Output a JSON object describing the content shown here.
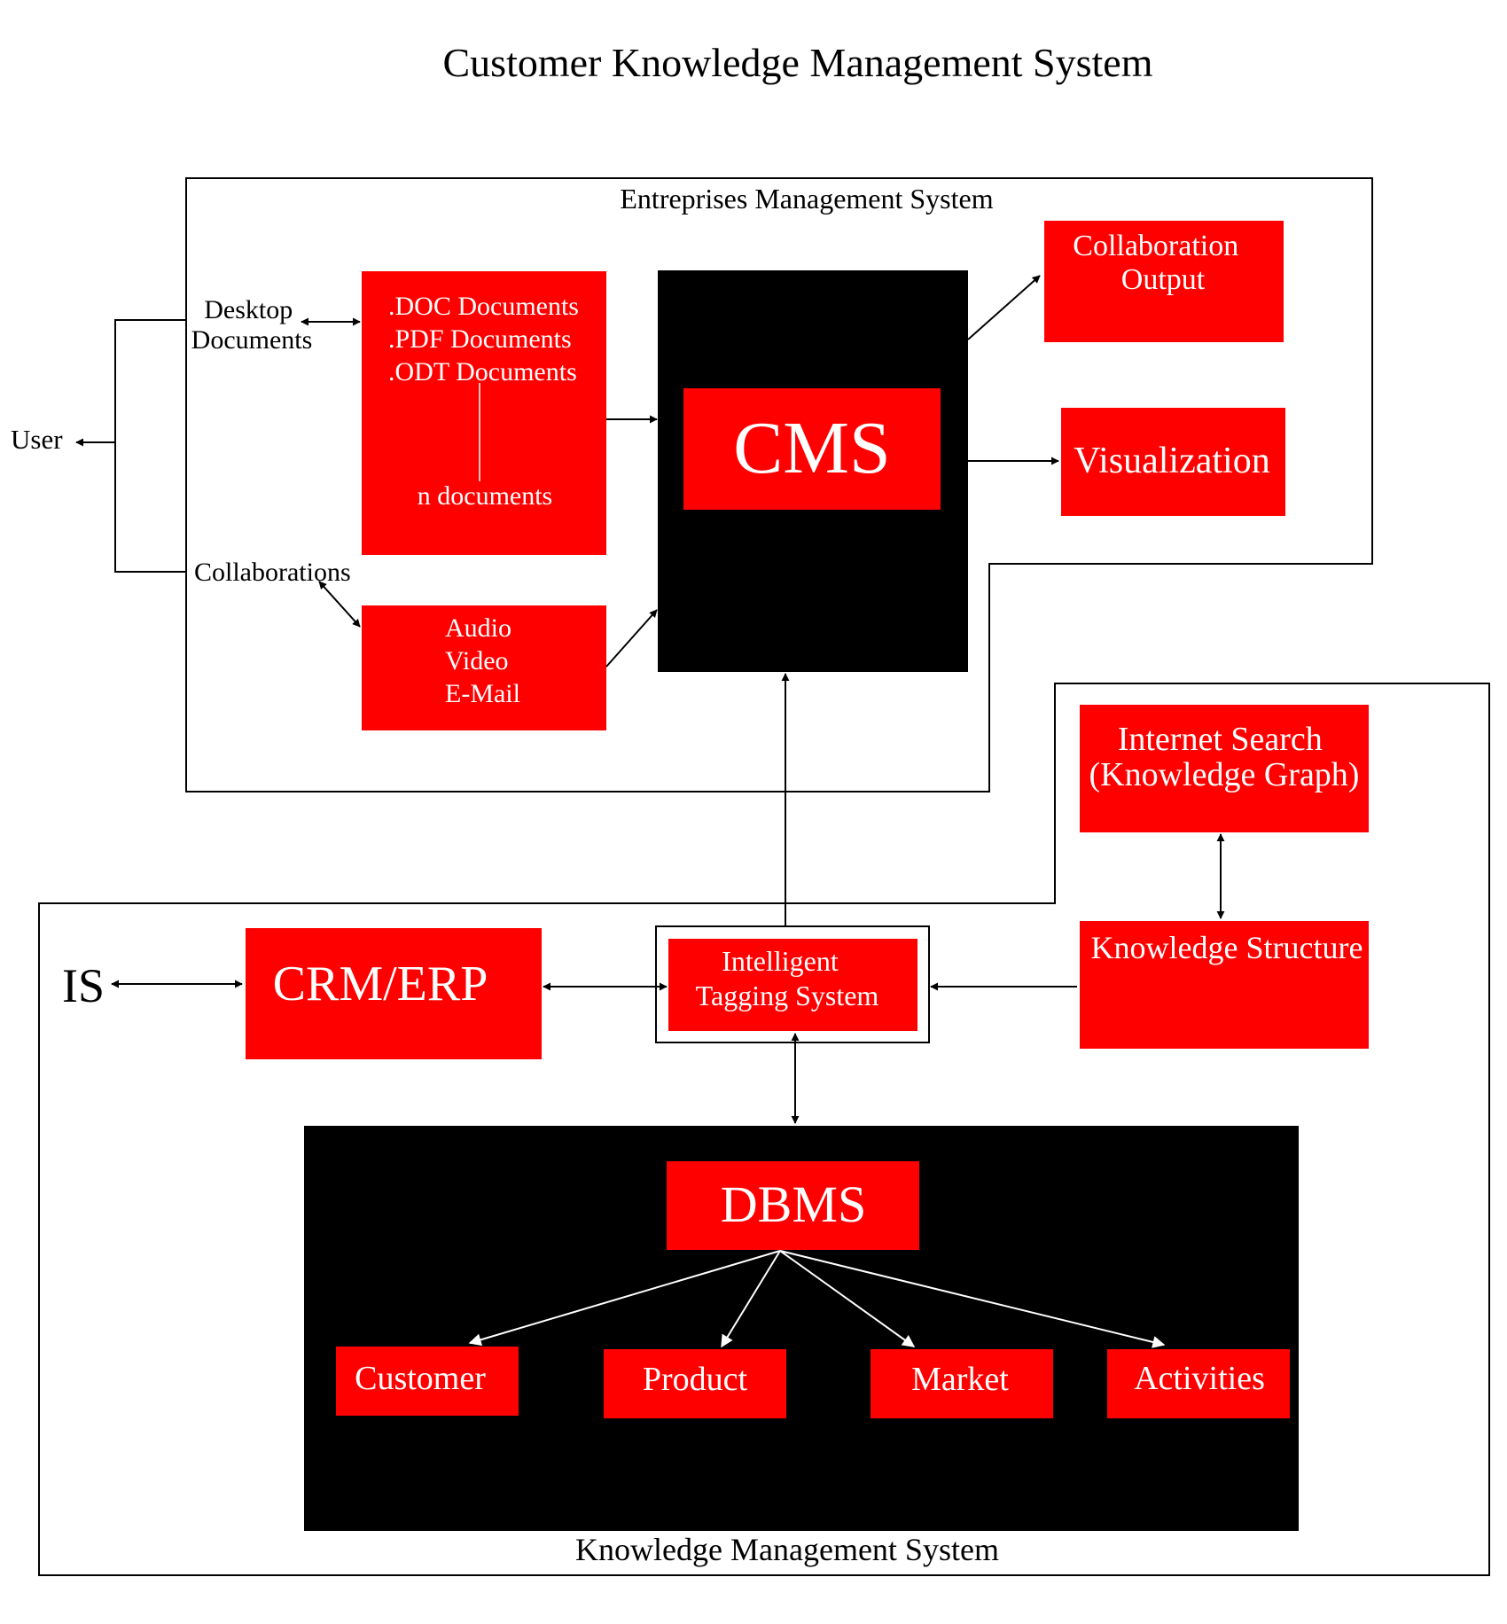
{
  "title": "Customer Knowledge Management System",
  "regions": {
    "enterprise": "Entreprises Management System",
    "knowledge": "Knowledge Management System"
  },
  "nodes": {
    "user": "User",
    "desktop_documents": [
      "Desktop",
      "Documents"
    ],
    "collaborations": "Collaborations",
    "documents": [
      ".DOC Documents",
      ".PDF Documents",
      ".ODT Documents",
      "n documents"
    ],
    "media": [
      "Audio",
      "Video",
      "E-Mail"
    ],
    "cms": "CMS",
    "collaboration_output": [
      "Collaboration",
      "Output"
    ],
    "visualization": "Visualization",
    "internet_search": [
      "Internet Search",
      "(Knowledge Graph)"
    ],
    "knowledge_structure": "Knowledge Structure",
    "is": "IS",
    "crm_erp": "CRM/ERP",
    "tagging": [
      "Intelligent",
      "Tagging System"
    ],
    "dbms": "DBMS",
    "entities": [
      "Customer",
      "Product",
      "Market",
      "Activities"
    ]
  },
  "colors": {
    "box": "#ff0000",
    "dark": "#000000",
    "text_on_box": "#ffffff"
  }
}
